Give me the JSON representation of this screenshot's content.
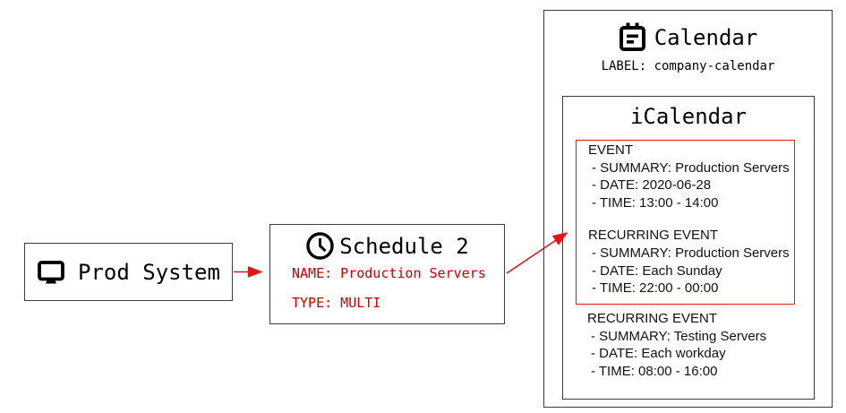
{
  "diagram": {
    "prod_system": {
      "title": "Prod System"
    },
    "schedule": {
      "title": "Schedule 2",
      "name_field": "NAME: Production Servers",
      "type_field": "TYPE: MULTI"
    },
    "calendar": {
      "title": "Calendar",
      "label_line": "LABEL: company-calendar",
      "icalendar": {
        "title": "iCalendar",
        "highlighted_events": [
          {
            "type": "EVENT",
            "lines": [
              "- SUMMARY: Production Servers",
              "- DATE: 2020-06-28",
              "- TIME: 13:00 - 14:00"
            ]
          },
          {
            "type": "RECURRING EVENT",
            "lines": [
              "- SUMMARY: Production Servers",
              "- DATE: Each Sunday",
              "- TIME: 22:00 - 00:00"
            ]
          }
        ],
        "other_events": [
          {
            "type": "RECURRING EVENT",
            "lines": [
              "- SUMMARY: Testing Servers",
              "- DATE: Each workday",
              "- TIME: 08:00 - 16:00"
            ]
          }
        ]
      }
    },
    "icons": {
      "prod_system": "monitor-icon",
      "schedule": "clock-icon",
      "calendar": "calendar-icon"
    },
    "colors": {
      "arrow_red": "#ee1111",
      "highlight_box_red": "#ee1111",
      "schedule_field_red": "#c80000",
      "box_border_gray": "#3d3d3d",
      "title_text": "#000000",
      "event_text": "#111111"
    }
  }
}
